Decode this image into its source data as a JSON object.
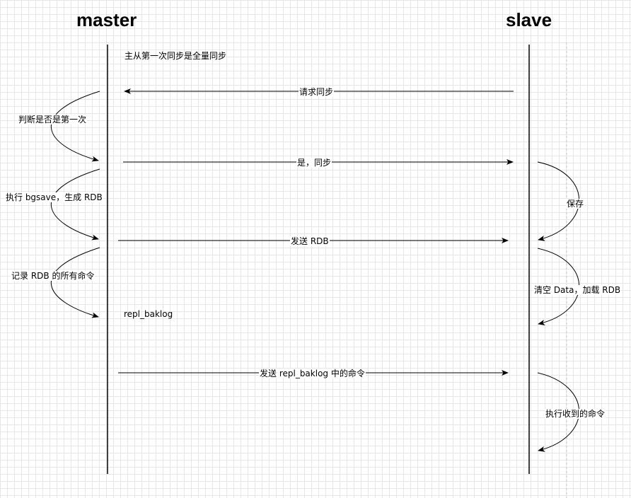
{
  "participants": {
    "master": "master",
    "slave": "slave"
  },
  "note": "主从第一次同步是全量同步",
  "messages": {
    "request_sync": "请求同步",
    "yes_sync": "是，同步",
    "send_rdb": "发送 RDB",
    "send_backlog_cmds": "发送 repl_baklog 中的命令"
  },
  "master_steps": {
    "check_first": "判断是否是第一次",
    "bgsave": "执行 bgsave，生成 RDB",
    "record_cmds": "记录 RDB 的所有命令",
    "backlog": "repl_baklog"
  },
  "slave_steps": {
    "save": "保存",
    "clear_load": "清空 Data，加载 RDB",
    "exec_cmds": "执行收到的命令"
  },
  "colors": {
    "line": "#000000",
    "grid": "#e6e6e6",
    "dashed_guide": "#cccccc"
  }
}
